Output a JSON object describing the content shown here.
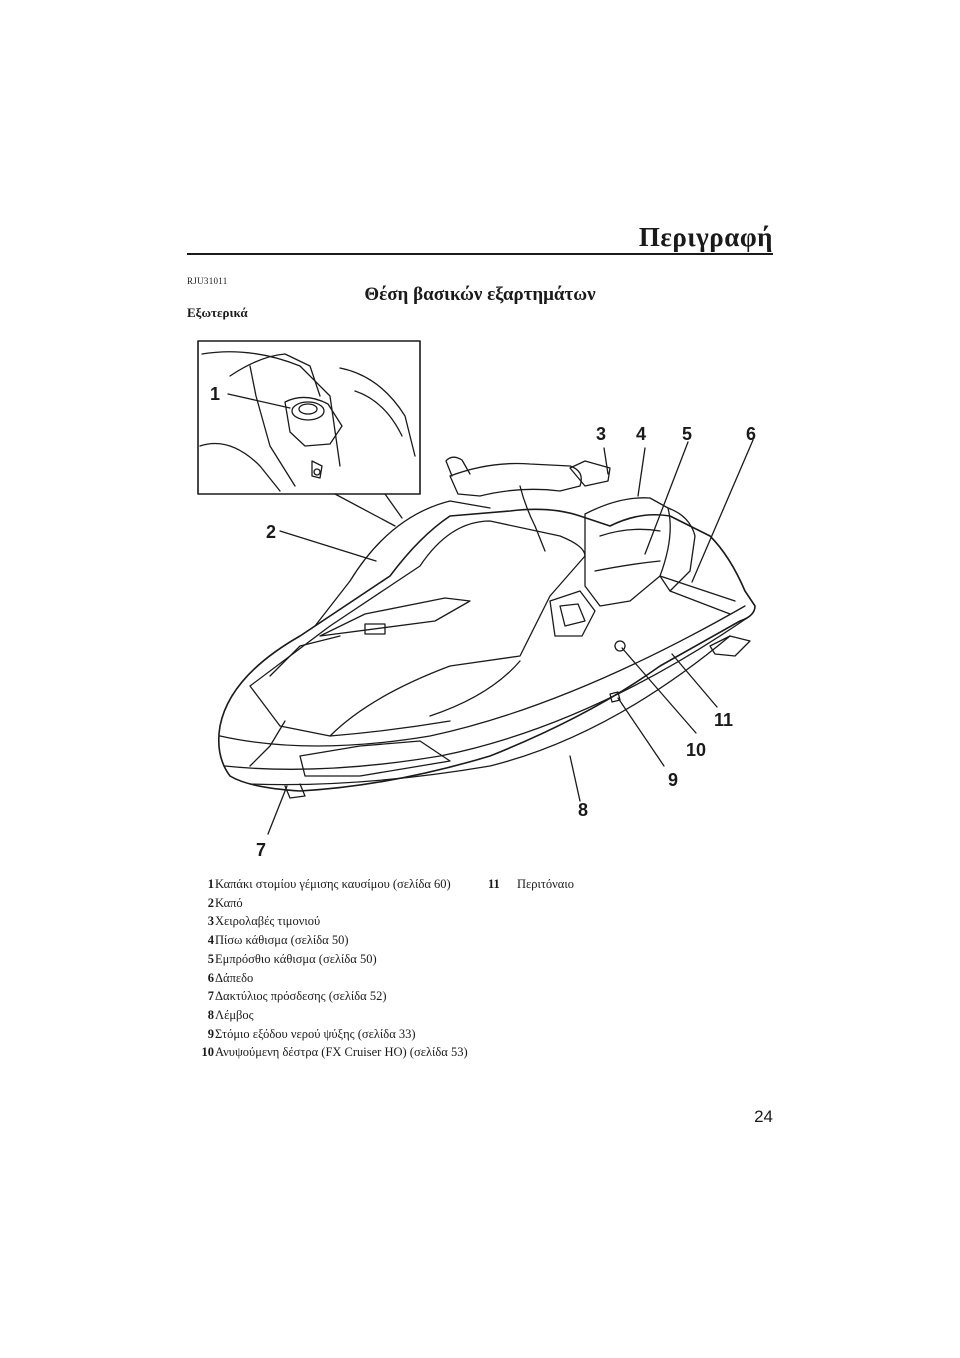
{
  "header": {
    "title": "Περιγραφή"
  },
  "section": {
    "ref_code": "RJU31011",
    "title": "Θέση βασικών εξαρτημάτων",
    "subtitle": "Εξωτερικά"
  },
  "figure": {
    "callouts": [
      "1",
      "2",
      "3",
      "4",
      "5",
      "6",
      "7",
      "8",
      "9",
      "10",
      "11"
    ]
  },
  "legend": {
    "items": [
      {
        "num": "1",
        "text": "Καπάκι στομίου γέμισης καυσίμου (σελίδα 60)"
      },
      {
        "num": "2",
        "text": "Καπό"
      },
      {
        "num": "3",
        "text": "Χειρολαβές τιμονιού"
      },
      {
        "num": "4",
        "text": "Πίσω κάθισμα (σελίδα 50)"
      },
      {
        "num": "5",
        "text": "Εμπρόσθιο κάθισμα (σελίδα 50)"
      },
      {
        "num": "6",
        "text": "Δάπεδο"
      },
      {
        "num": "7",
        "text": "Δακτύλιος πρόσδεσης (σελίδα 52)"
      },
      {
        "num": "8",
        "text": "Λέμβος"
      },
      {
        "num": "9",
        "text": "Στόμιο εξόδου νερού ψύξης (σελίδα 33)"
      },
      {
        "num": "10",
        "text": "Ανυψούμενη δέστρα (FX Cruiser HO) (σελίδα 53)"
      },
      {
        "num": "11",
        "text": "Περιτόναιο"
      }
    ]
  },
  "page": {
    "number": "24"
  }
}
